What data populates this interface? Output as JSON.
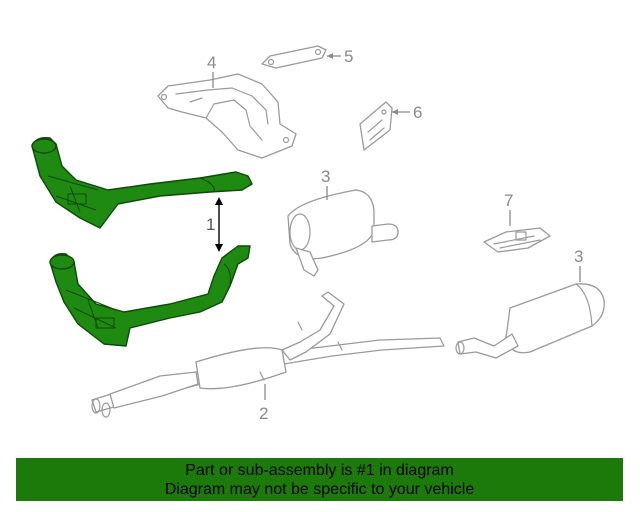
{
  "banner": {
    "line1": "Part or sub-assembly is #1 in diagram",
    "line2": "Diagram may not be specific to your vehicle"
  },
  "callouts": {
    "c1": "1",
    "c2": "2",
    "c3a": "3",
    "c3b": "3",
    "c4": "4",
    "c5": "5",
    "c6": "6",
    "c7": "7"
  },
  "colors": {
    "highlight": "#1f8a12",
    "banner": "#1c7a0a",
    "line_art": "#9a9a9a"
  }
}
